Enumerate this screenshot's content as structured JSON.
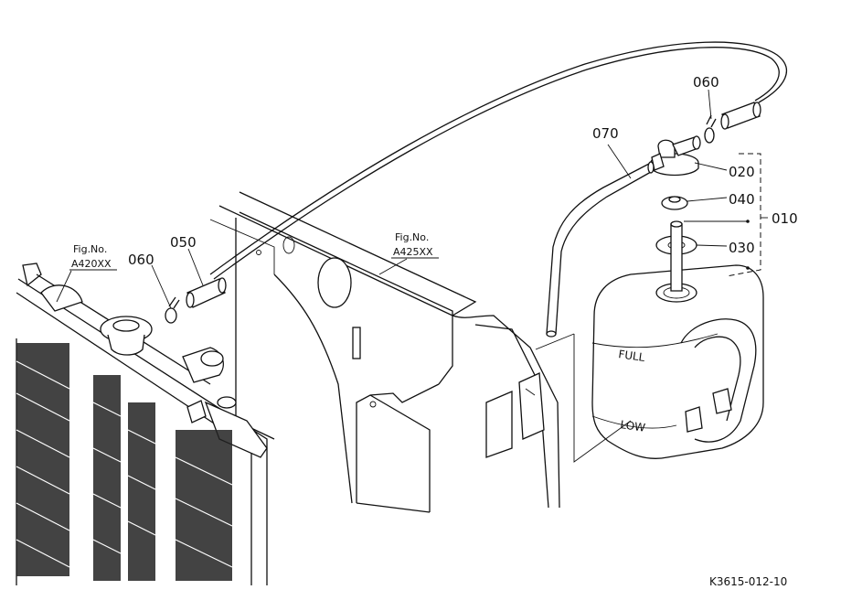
{
  "callouts": {
    "c010": "010",
    "c020": "020",
    "c030": "030",
    "c040": "040",
    "c050": "050",
    "c060_left": "060",
    "c060_right": "060",
    "c070": "070"
  },
  "figure_refs": {
    "left": {
      "label": "Fig.No.",
      "code": "A420XX"
    },
    "center": {
      "label": "Fig.No.",
      "code": "A425XX"
    }
  },
  "tank_marks": {
    "full": "FULL",
    "low": "LOW"
  },
  "drawing_code": "K3615-012-10"
}
